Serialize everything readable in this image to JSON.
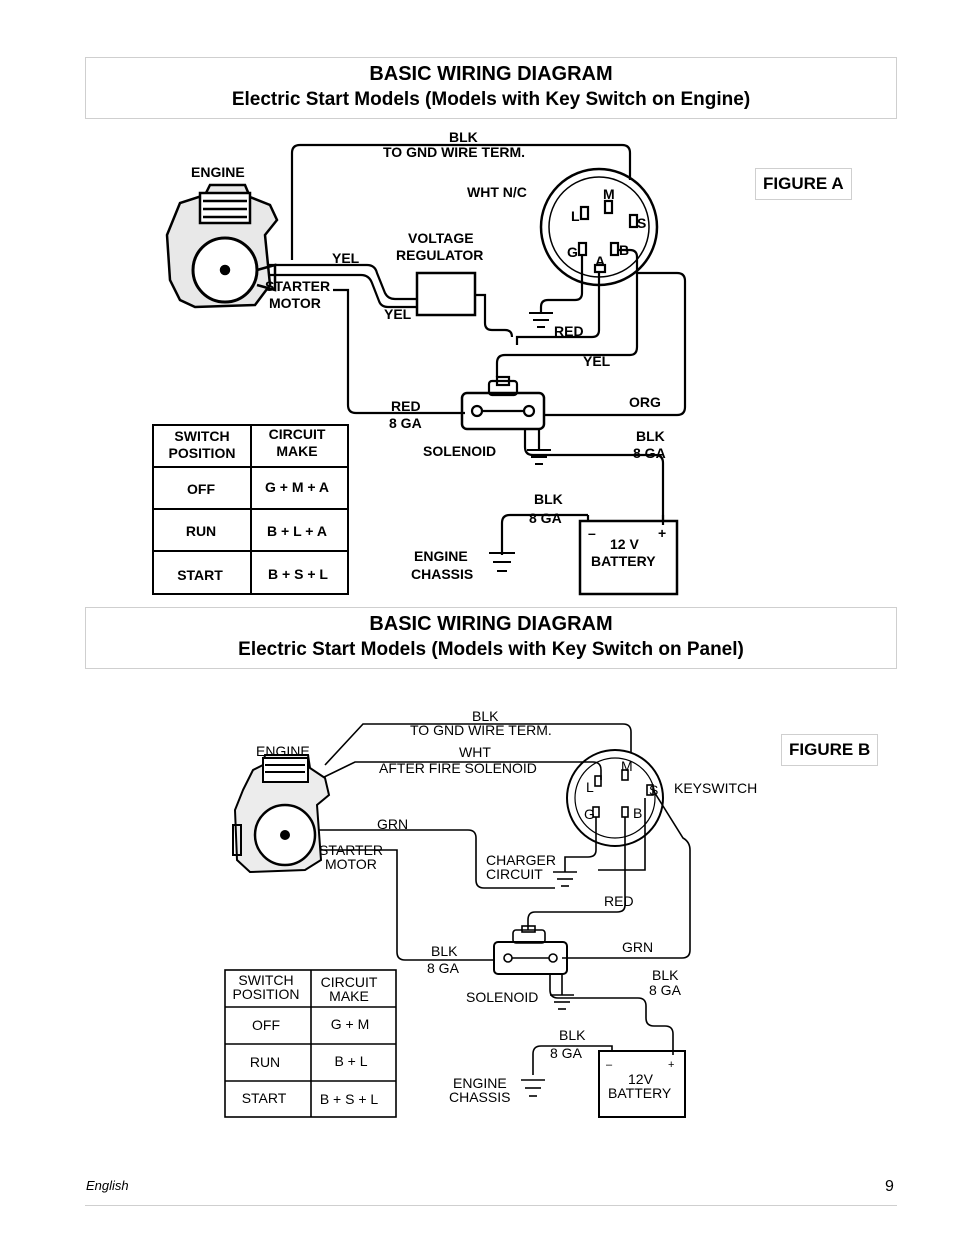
{
  "figureA": {
    "title": "BASIC WIRING DIAGRAM",
    "subtitle": "Electric Start Models (Models with Key Switch on Engine)",
    "figure_label": "FIGURE A",
    "labels": {
      "blk_top": "BLK",
      "gnd_term": "TO GND WIRE TERM.",
      "engine": "ENGINE",
      "wht_nc": "WHT N/C",
      "term_m": "M",
      "term_l": "L",
      "term_s": "S",
      "term_g": "G",
      "term_b": "B",
      "term_a": "A",
      "voltage": "VOLTAGE",
      "regulator": "REGULATOR",
      "yel1": "YEL",
      "starter": "STARTER",
      "motor": "MOTOR",
      "yel2": "YEL",
      "red": "RED",
      "yel3": "YEL",
      "red8": "RED",
      "ga8a": "8 GA",
      "org": "ORG",
      "solenoid": "SOLENOID",
      "blk8a": "BLK",
      "ga8b": "8 GA",
      "blk8b": "BLK",
      "ga8c": "8 GA",
      "engine2": "ENGINE",
      "chassis": "CHASSIS",
      "minus": "–",
      "plus": "+",
      "bat1": "12 V",
      "bat2": "BATTERY"
    },
    "table": {
      "h1a": "SWITCH",
      "h1b": "POSITION",
      "h2a": "CIRCUIT",
      "h2b": "MAKE",
      "rows": [
        {
          "pos": "OFF",
          "make": "G + M + A"
        },
        {
          "pos": "RUN",
          "make": "B + L + A"
        },
        {
          "pos": "START",
          "make": "B + S + L"
        }
      ]
    }
  },
  "figureB": {
    "title": "BASIC WIRING DIAGRAM",
    "subtitle": "Electric Start Models (Models with Key Switch on Panel)",
    "figure_label": "FIGURE B",
    "labels": {
      "blk_top": "BLK",
      "gnd_term": "TO GND WIRE TERM.",
      "engine": "ENGINE",
      "wht": "WHT",
      "after_fire": "AFTER FIRE SOLENOID",
      "term_m": "M",
      "term_l": "L",
      "term_s": "S",
      "term_g": "G",
      "term_b": "B",
      "keyswitch": "KEYSWITCH",
      "grn1": "GRN",
      "starter": "STARTER",
      "motor": "MOTOR",
      "charger": "CHARGER",
      "circuit": "CIRCUIT",
      "red": "RED",
      "blk8a": "BLK",
      "ga8a": "8 GA",
      "grn2": "GRN",
      "blk8b": "BLK",
      "ga8b": "8 GA",
      "solenoid": "SOLENOID",
      "blk8c": "BLK",
      "ga8c": "8 GA",
      "engine2": "ENGINE",
      "chassis": "CHASSIS",
      "minus": "–",
      "plus": "+",
      "bat1": "12V",
      "bat2": "BATTERY"
    },
    "table": {
      "h1a": "SWITCH",
      "h1b": "POSITION",
      "h2a": "CIRCUIT",
      "h2b": "MAKE",
      "rows": [
        {
          "pos": "OFF",
          "make": "G + M"
        },
        {
          "pos": "RUN",
          "make": "B + L"
        },
        {
          "pos": "START",
          "make": "B + S + L"
        }
      ]
    }
  },
  "footer": {
    "language": "English",
    "page_number": "9"
  }
}
